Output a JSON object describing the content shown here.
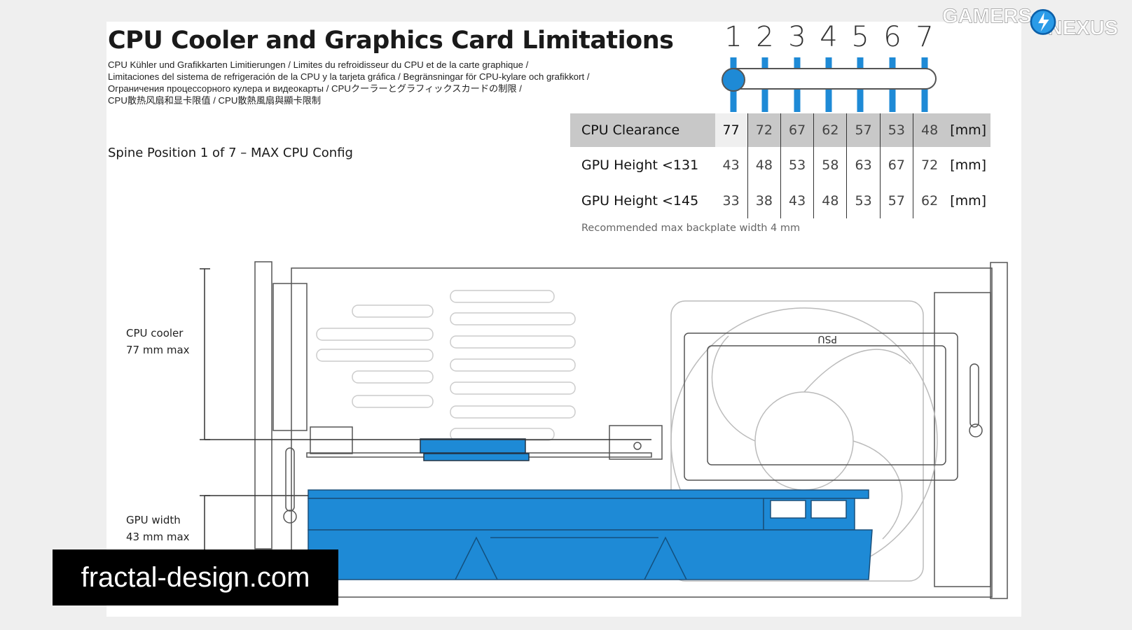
{
  "header": {
    "title": "CPU Cooler and Graphics Card Limitations",
    "subtitle_lines": [
      "CPU Kühler und Grafikkarten Limitierungen / Limites du refroidisseur du CPU et de la carte graphique /",
      "Limitaciones del sistema de refrigeración de la CPU y la tarjeta gráfica / Begränsningar för CPU-kylare och grafikkort /",
      "Ограничения процессорного кулера и видеокарты / CPUクーラーとグラフィックスカードの制限 /",
      "CPU散热风扇和显卡限值 / CPU散熱風扇與顯卡限制"
    ],
    "config": "Spine Position 1 of 7 – MAX CPU Config"
  },
  "slider": {
    "positions": [
      "1",
      "2",
      "3",
      "4",
      "5",
      "6",
      "7"
    ],
    "selected": 1,
    "accent": "#1e8ad6"
  },
  "table": {
    "rows": [
      {
        "label": "CPU Clearance",
        "values": [
          "77",
          "72",
          "67",
          "62",
          "57",
          "53",
          "48"
        ],
        "unit": "[mm]"
      },
      {
        "label": "GPU Height <131",
        "values": [
          "43",
          "48",
          "53",
          "58",
          "63",
          "67",
          "72"
        ],
        "unit": "[mm]"
      },
      {
        "label": "GPU Height <145",
        "values": [
          "33",
          "38",
          "43",
          "48",
          "53",
          "57",
          "62"
        ],
        "unit": "[mm]"
      }
    ],
    "note": "Recommended max backplate width 4 mm"
  },
  "diagram": {
    "cpu_label": "CPU cooler",
    "cpu_max": "77 mm max",
    "gpu_label": "GPU width",
    "gpu_max": "43 mm max",
    "psu_label": "PSU",
    "scale_digits": "1 2 3 4 5 6 7",
    "gpu_color": "#1e8ad6"
  },
  "overlay": {
    "source": "fractal-design.com",
    "logo_text": "GAMERS NEXUS"
  }
}
